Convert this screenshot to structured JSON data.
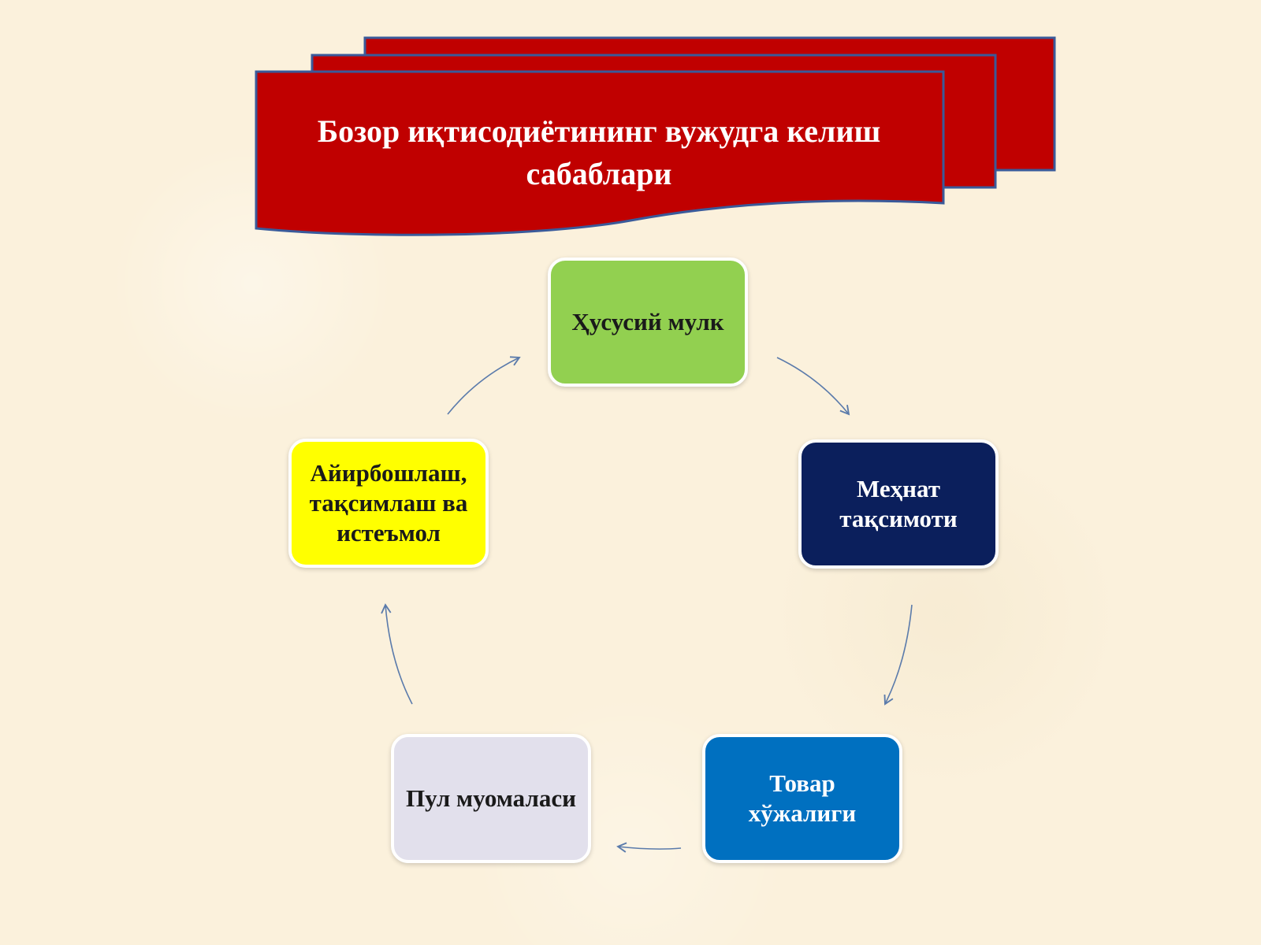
{
  "title": "Бозор иқтисодиётининг вужудга келиш сабаблари",
  "colors": {
    "banner_fill": "#c00000",
    "banner_stroke": "#3a5a9a",
    "arrow": "#5b7bab",
    "background": "#fbf1dc"
  },
  "nodes": [
    {
      "id": "private",
      "label": "Ҳусусий мулк",
      "color": "#92d050",
      "text_color": "#1a1a1a"
    },
    {
      "id": "labor",
      "label": "Меҳнат тақсимоти",
      "color": "#0b1f5c",
      "text_color": "#ffffff"
    },
    {
      "id": "goods",
      "label": "Товар хўжалиги",
      "color": "#0070c0",
      "text_color": "#ffffff"
    },
    {
      "id": "money",
      "label": "Пул муомаласи",
      "color": "#e2e0ec",
      "text_color": "#1a1a1a"
    },
    {
      "id": "exchange",
      "label": "Айирбошлаш, тақсимлаш ва истеъмол",
      "color": "#ffff00",
      "text_color": "#1a1a1a"
    }
  ],
  "edges": [
    {
      "from": "private",
      "to": "labor"
    },
    {
      "from": "labor",
      "to": "goods"
    },
    {
      "from": "goods",
      "to": "money"
    },
    {
      "from": "money",
      "to": "exchange"
    },
    {
      "from": "exchange",
      "to": "private"
    }
  ]
}
